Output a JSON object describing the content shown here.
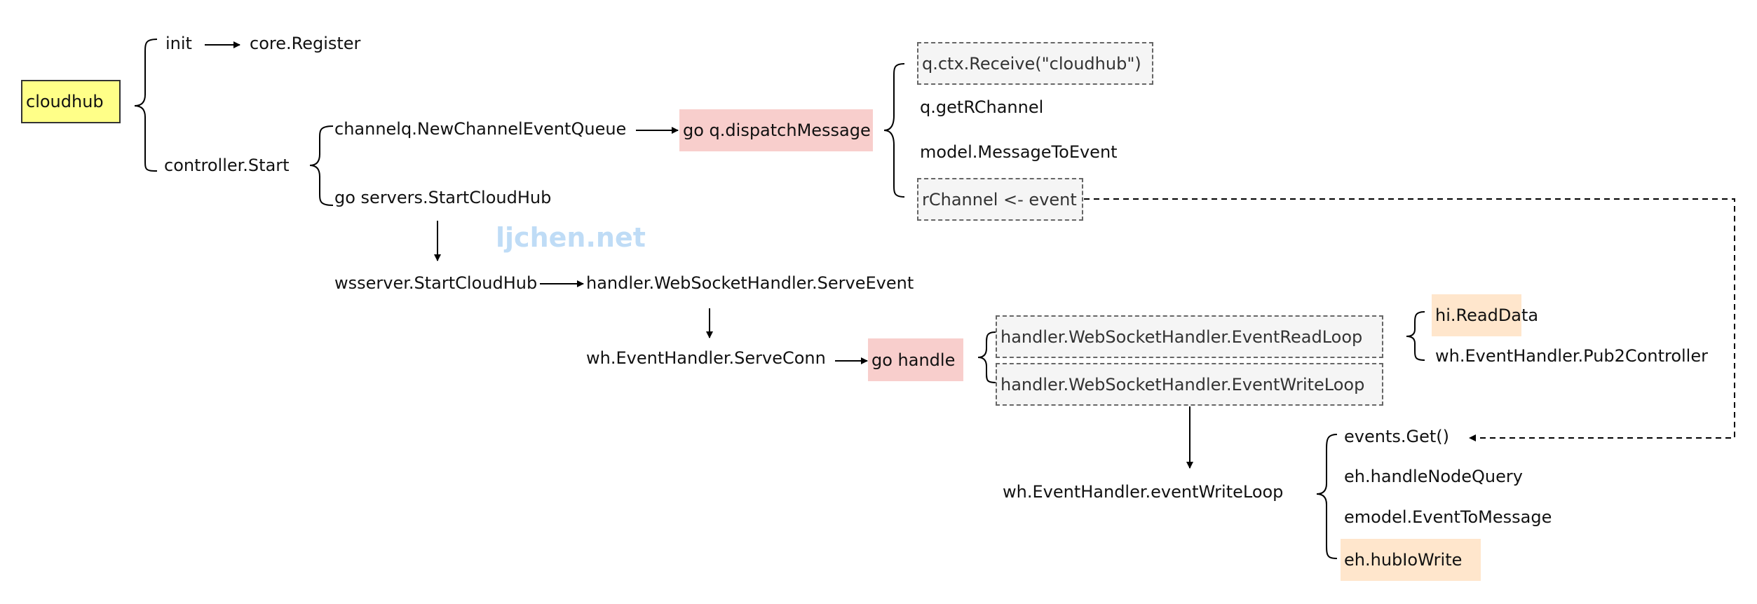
{
  "nodes": {
    "cloudhub": "cloudhub",
    "init": "init",
    "core_register": "core.Register",
    "controller_start": "controller.Start",
    "new_channel_event_queue": "channelq.NewChannelEventQueue",
    "go_dispatch_message": "go q.dispatchMessage",
    "go_start_cloudhub": "go servers.StartCloudHub",
    "q_ctx_receive": "q.ctx.Receive(\"cloudhub\")",
    "q_get_rchannel": "q.getRChannel",
    "model_message_to_event": "model.MessageToEvent",
    "rchannel_event": "rChannel <- event",
    "wsserver_start_cloudhub": "wsserver.StartCloudHub",
    "serve_event": "handler.WebSocketHandler.ServeEvent",
    "serve_conn": "wh.EventHandler.ServeConn",
    "go_handle": "go handle",
    "event_read_loop": "handler.WebSocketHandler.EventReadLoop",
    "event_write_loop": "handler.WebSocketHandler.EventWriteLoop",
    "hi_read_data": "hi.ReadData",
    "pub2controller": "wh.EventHandler.Pub2Controller",
    "event_write_loop_inner": "wh.EventHandler.eventWriteLoop",
    "events_get": "events.Get()",
    "handle_node_query": "eh.handleNodeQuery",
    "event_to_message": "emodel.EventToMessage",
    "hub_io_write": "eh.hubIoWrite"
  },
  "watermark": "ljchen.net",
  "colors": {
    "yellow_fill": "#ffff88",
    "pink_fill": "#f8cecc",
    "peach_fill": "#ffe6cc",
    "dashed_fill": "#f5f5f5",
    "watermark": "#bfdcf6"
  }
}
